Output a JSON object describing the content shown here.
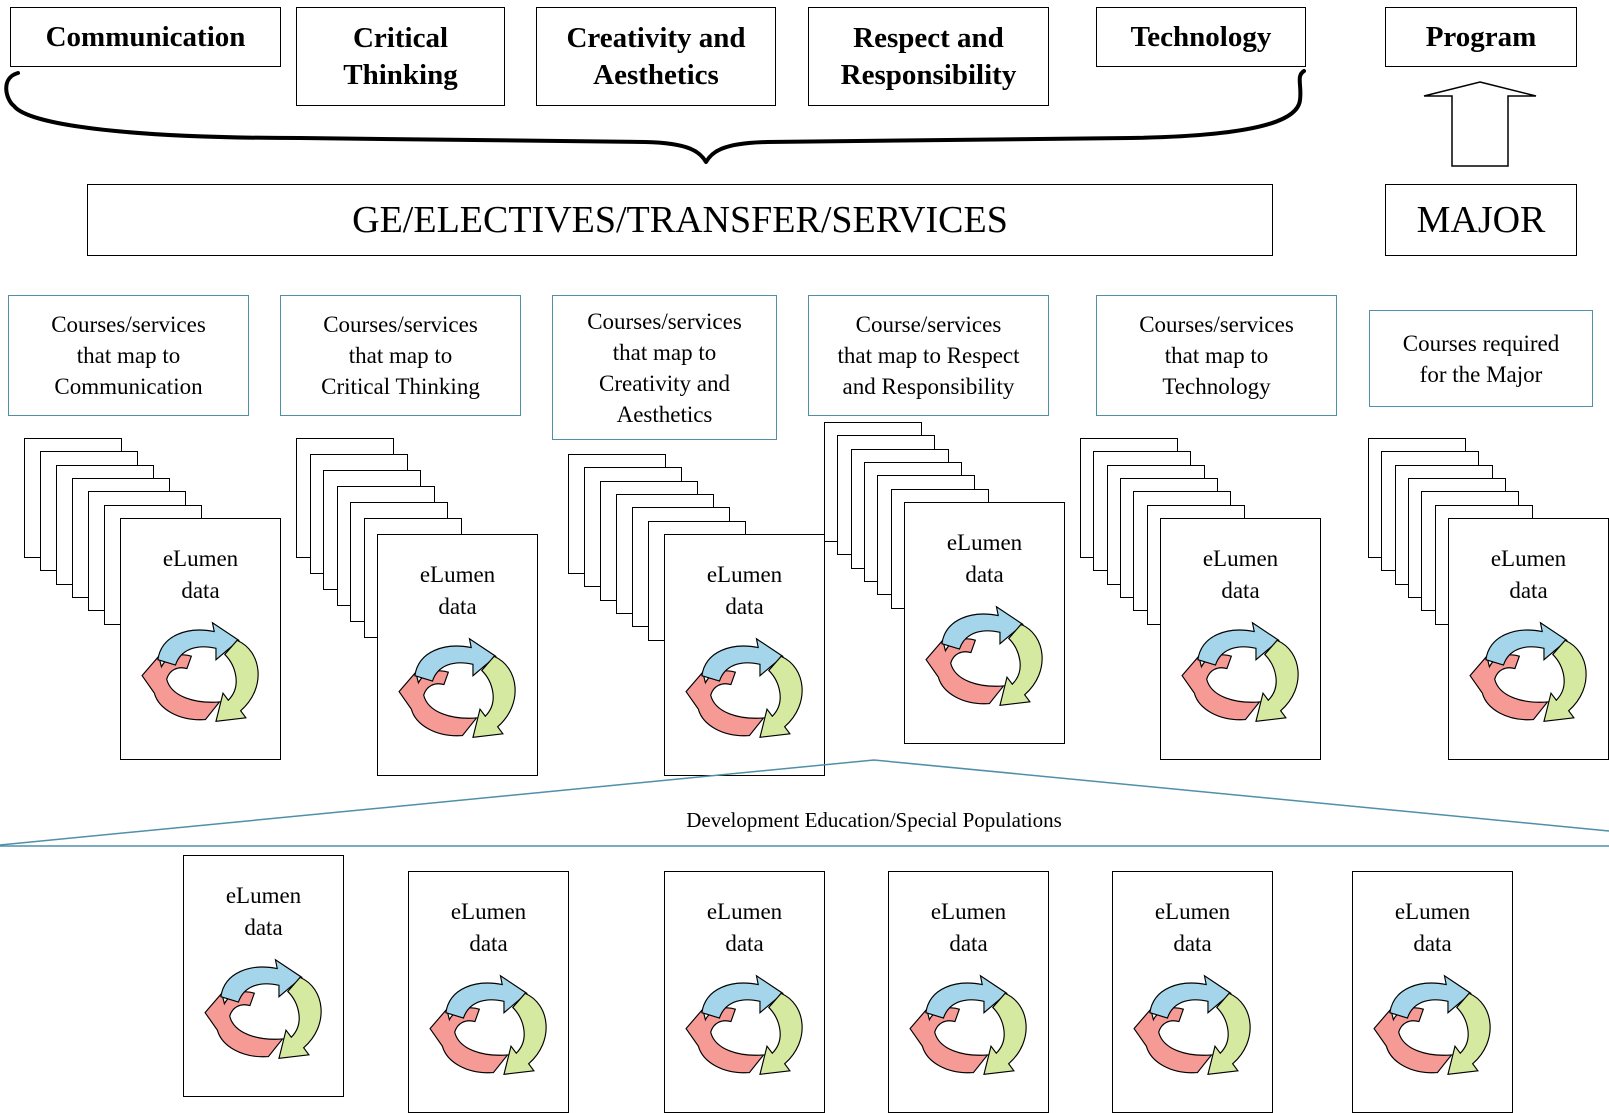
{
  "outcomes": [
    {
      "label": "Communication"
    },
    {
      "label": "Critical\nThinking"
    },
    {
      "label": "Creativity and\nAesthetics"
    },
    {
      "label": "Respect and\nResponsibility"
    },
    {
      "label": "Technology"
    }
  ],
  "program": {
    "label": "Program"
  },
  "ge_box": {
    "label": "GE/ELECTIVES/TRANSFER/SERVICES"
  },
  "major_box": {
    "label": "MAJOR"
  },
  "course_boxes": [
    {
      "label": "Courses/services\nthat map to\nCommunication"
    },
    {
      "label": "Courses/services\nthat map to\nCritical Thinking"
    },
    {
      "label": "Courses/services\nthat map to\nCreativity and\nAesthetics"
    },
    {
      "label": "Course/services\nthat map to Respect\nand Responsibility"
    },
    {
      "label": "Courses/services\nthat map to\nTechnology"
    },
    {
      "label": "Courses required\nfor the Major"
    }
  ],
  "data_doc_label": "eLumen\ndata",
  "dev_ed_label": "Development Education/Special Populations",
  "colors": {
    "cycle_blue": "#a5d5ea",
    "cycle_green": "#d6e9a0",
    "cycle_red": "#f59a95",
    "course_border": "#4f8fa8"
  }
}
